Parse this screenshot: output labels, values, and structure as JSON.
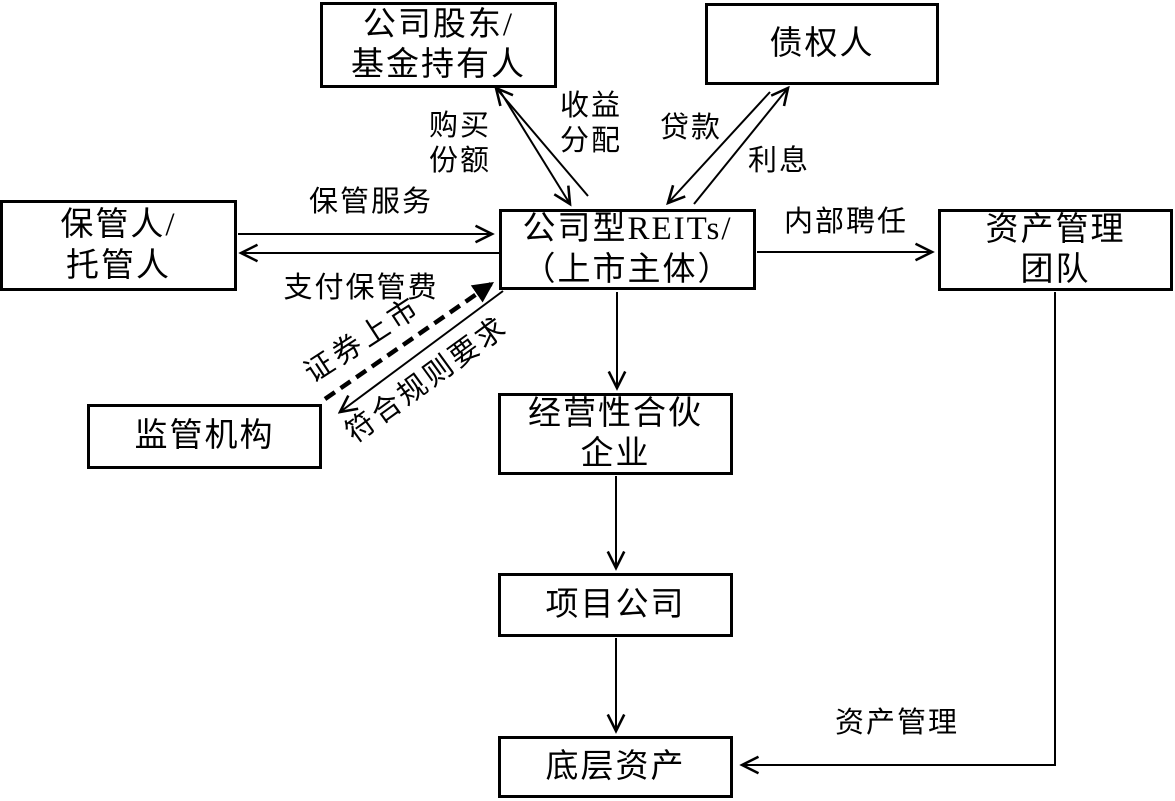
{
  "diagram": {
    "colors": {
      "background": "#ffffff",
      "stroke": "#000000",
      "text": "#000000"
    },
    "nodes": {
      "shareholders": {
        "line1": "公司股东/",
        "line2": "基金持有人"
      },
      "creditors": {
        "label": "债权人"
      },
      "custodian": {
        "line1": "保管人/",
        "line2": "托管人"
      },
      "reits": {
        "line1": "公司型REITs/",
        "line2": "（上市主体）"
      },
      "asset_team": {
        "line1": "资产管理",
        "line2": "团队"
      },
      "regulator": {
        "label": "监管机构"
      },
      "partnership": {
        "line1": "经营性合伙",
        "line2": "企业"
      },
      "project": {
        "label": "项目公司"
      },
      "underlying": {
        "label": "底层资产"
      }
    },
    "edge_labels": {
      "buy_shares": {
        "line1": "购买",
        "line2": "份额"
      },
      "income_dist": {
        "line1": "收益",
        "line2": "分配"
      },
      "loan": {
        "label": "贷款"
      },
      "interest": {
        "label": "利息"
      },
      "custody_service": {
        "label": "保管服务"
      },
      "pay_fee": {
        "label": "支付保管费"
      },
      "internal_hire": {
        "label": "内部聘任"
      },
      "listing": {
        "label": "证券上市"
      },
      "comply": {
        "label": "符合规则要求"
      },
      "asset_mgmt": {
        "label": "资产管理"
      }
    },
    "edges": [
      {
        "from": "shareholders",
        "to": "reits",
        "label": "购买份额",
        "style": "solid"
      },
      {
        "from": "reits",
        "to": "shareholders",
        "label": "收益分配",
        "style": "solid"
      },
      {
        "from": "creditors",
        "to": "reits",
        "label": "贷款",
        "style": "solid"
      },
      {
        "from": "reits",
        "to": "creditors",
        "label": "利息",
        "style": "solid"
      },
      {
        "from": "custodian",
        "to": "reits",
        "label": "保管服务",
        "style": "solid"
      },
      {
        "from": "reits",
        "to": "custodian",
        "label": "支付保管费",
        "style": "solid"
      },
      {
        "from": "reits",
        "to": "asset_team",
        "label": "内部聘任",
        "style": "solid"
      },
      {
        "from": "regulator",
        "to": "reits",
        "label": "证券上市",
        "style": "dashed-bold"
      },
      {
        "from": "reits",
        "to": "regulator",
        "label": "符合规则要求",
        "style": "solid"
      },
      {
        "from": "reits",
        "to": "partnership",
        "label": "",
        "style": "solid"
      },
      {
        "from": "partnership",
        "to": "project",
        "label": "",
        "style": "solid"
      },
      {
        "from": "project",
        "to": "underlying",
        "label": "",
        "style": "solid"
      },
      {
        "from": "asset_team",
        "to": "underlying",
        "label": "资产管理",
        "style": "solid"
      }
    ]
  }
}
